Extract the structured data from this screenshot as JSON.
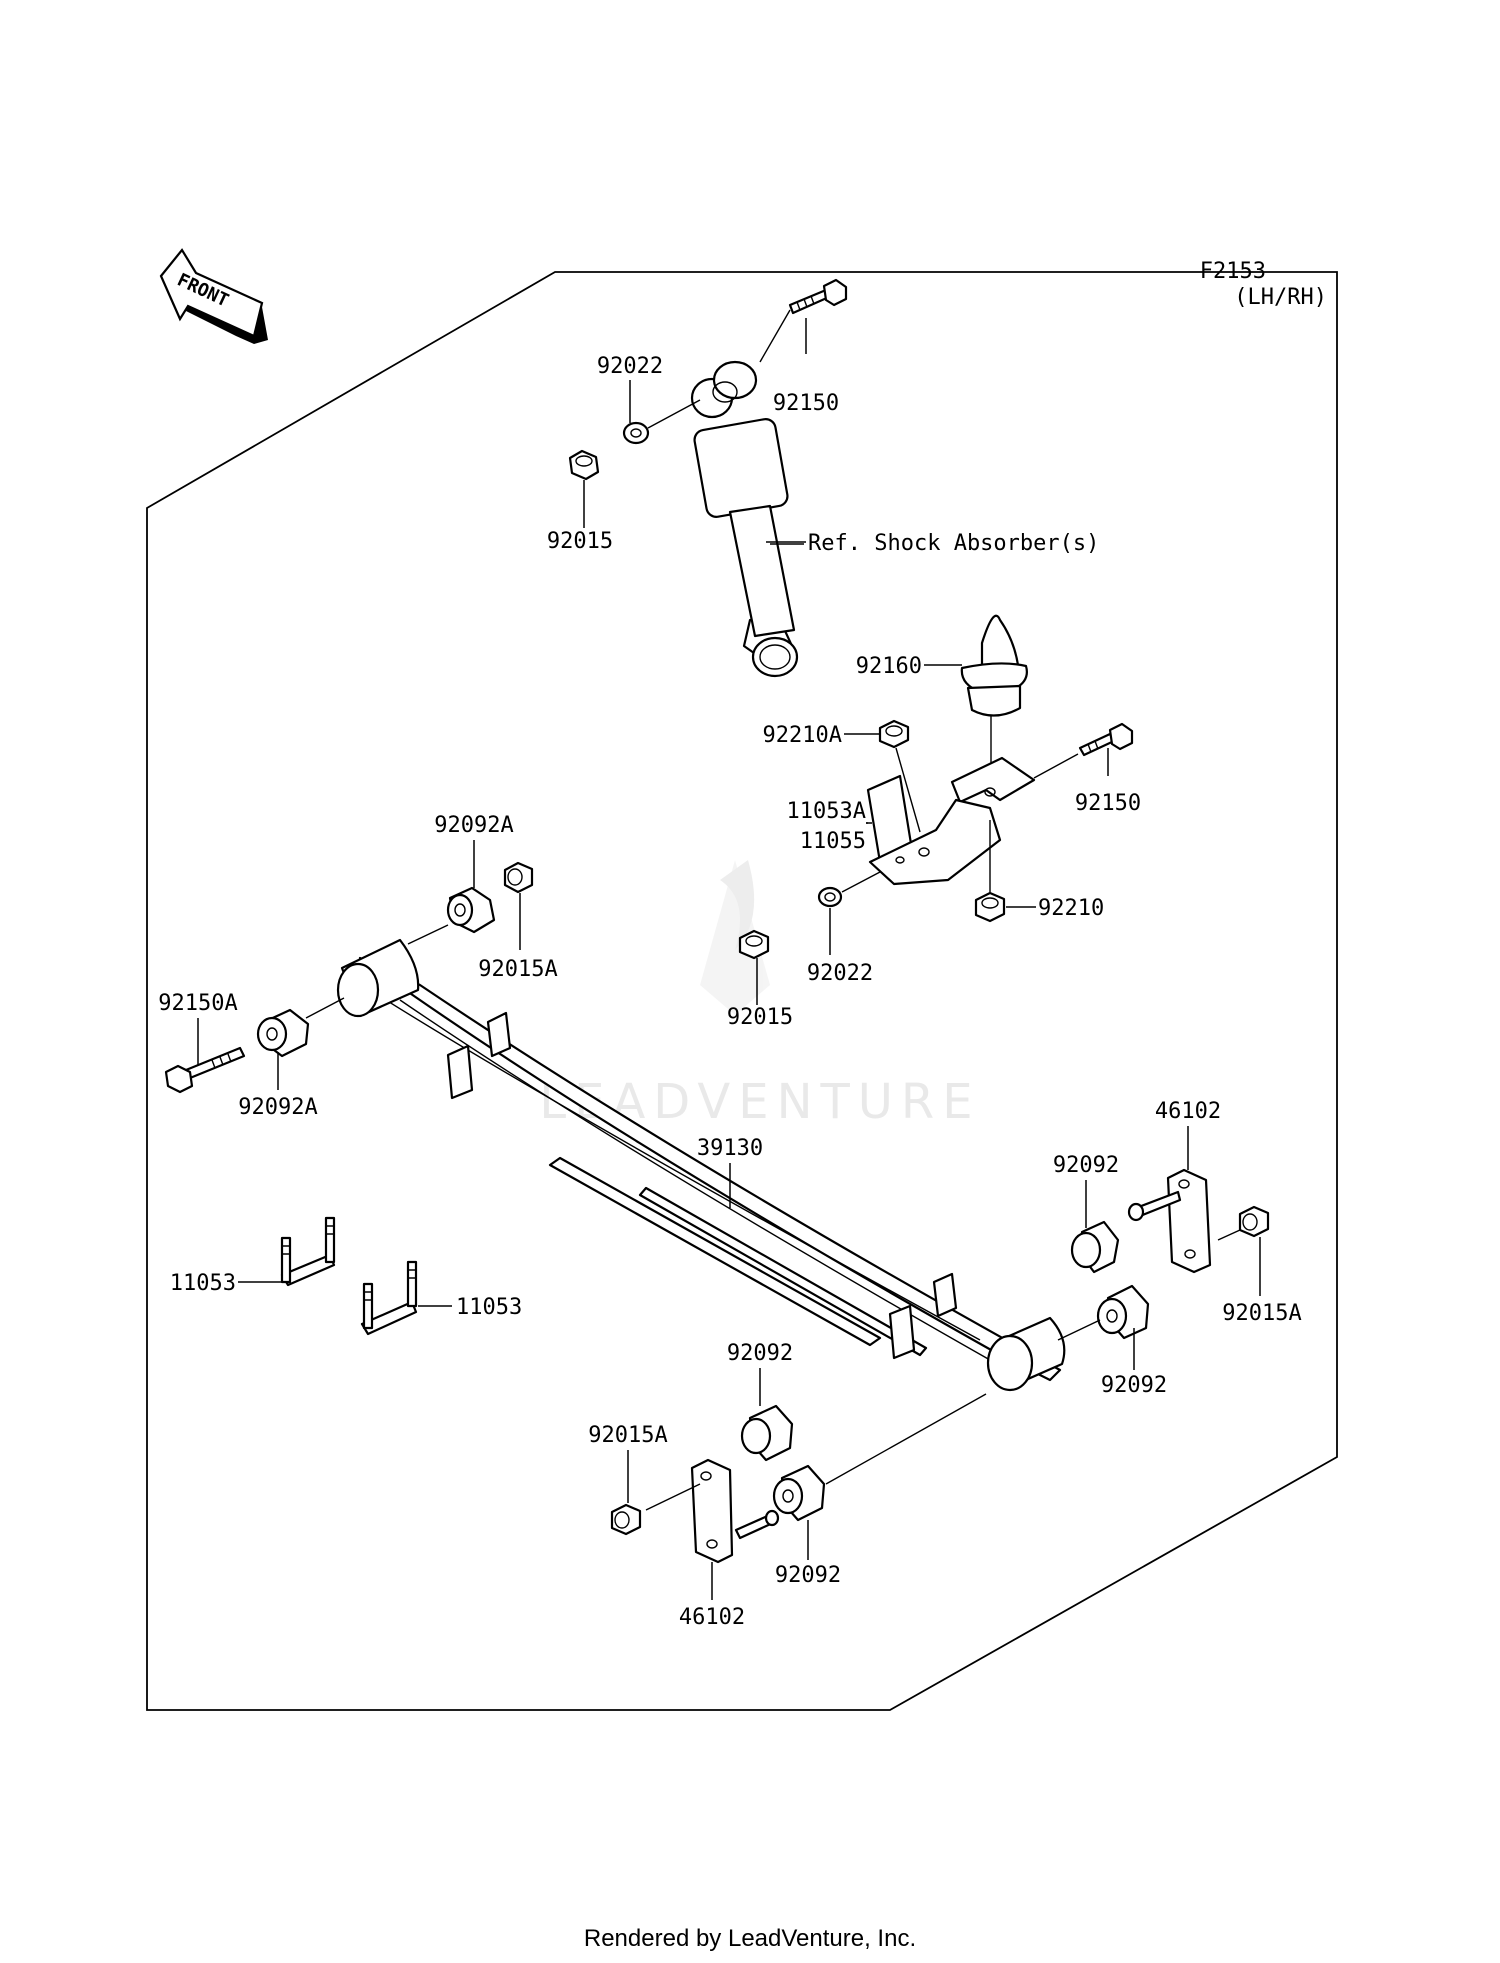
{
  "figure_code": "F2153",
  "side_note": "(LH/RH)",
  "front_label": "FRONT",
  "watermark": "LEADVENTURE",
  "footer": "Rendered by LeadVenture, Inc.",
  "parts": {
    "p92022_top": "92022",
    "p92150_top": "92150",
    "p92015_top": "92015",
    "shock_ref": "Ref. Shock Absorber(s)",
    "p92160": "92160",
    "p92210a": "92210A",
    "p11053a": "11053A",
    "p11055": "11055",
    "p92150_mid": "92150",
    "p92210": "92210",
    "p92022_mid": "92022",
    "p92015_mid": "92015",
    "p92092a_top": "92092A",
    "p92015a_top": "92015A",
    "p92150a": "92150A",
    "p92092a_low": "92092A",
    "p39130": "39130",
    "p46102_right": "46102",
    "p92092_r1": "92092",
    "p92015a_right": "92015A",
    "p92092_r2": "92092",
    "p11053_left": "11053",
    "p11053_right": "11053",
    "p92092_c1": "92092",
    "p92015a_low": "92015A",
    "p92092_c2": "92092",
    "p46102_low": "46102"
  }
}
